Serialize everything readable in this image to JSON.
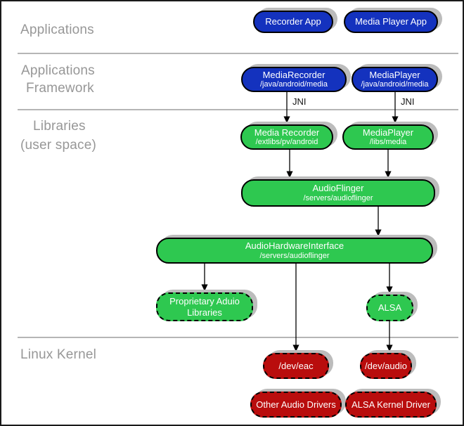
{
  "layer_labels": {
    "applications": "Applications",
    "framework_line1": "Applications",
    "framework_line2": "Framework",
    "libraries_line1": "Libraries",
    "libraries_line2": "(user space)",
    "linux_kernel": "Linux Kernel"
  },
  "edge_labels": {
    "jni_left": "JNI",
    "jni_right": "JNI"
  },
  "nodes": {
    "recorder_app": {
      "title": "Recorder App"
    },
    "media_player_app": {
      "title": "Media Player App"
    },
    "media_recorder_framework": {
      "title": "MediaRecorder",
      "subtitle": "/java/android/media"
    },
    "media_player_framework": {
      "title": "MediaPlayer",
      "subtitle": "/java/android/media"
    },
    "media_recorder_lib": {
      "title": "Media Recorder",
      "subtitle": "/extlibs/pv/android"
    },
    "media_player_lib": {
      "title": "MediaPlayer",
      "subtitle": "/libs/media"
    },
    "audioflinger": {
      "title": "AudioFlinger",
      "subtitle": "/servers/audioflinger"
    },
    "audio_hardware_interface": {
      "title": "AudioHardwareInterface",
      "subtitle": "/servers/audioflinger"
    },
    "proprietary_audio_libraries": {
      "title": "Proprietary Aduio Libraries"
    },
    "alsa": {
      "title": "ALSA"
    },
    "dev_eac": {
      "title": "/dev/eac"
    },
    "dev_audio": {
      "title": "/dev/audio"
    },
    "other_audio_drivers": {
      "title": "Other Audio Drivers"
    },
    "alsa_kernel_driver": {
      "title": "ALSA Kernel Driver"
    }
  },
  "colors": {
    "app_blue": "#1432be",
    "lib_green": "#2ec850",
    "kernel_red": "#b90d0d",
    "layer_label": "#979797",
    "separator": "#b5b5b5",
    "shadow": "#bcbcbc",
    "node_text": "#ffffff",
    "arrow": "#000000"
  }
}
